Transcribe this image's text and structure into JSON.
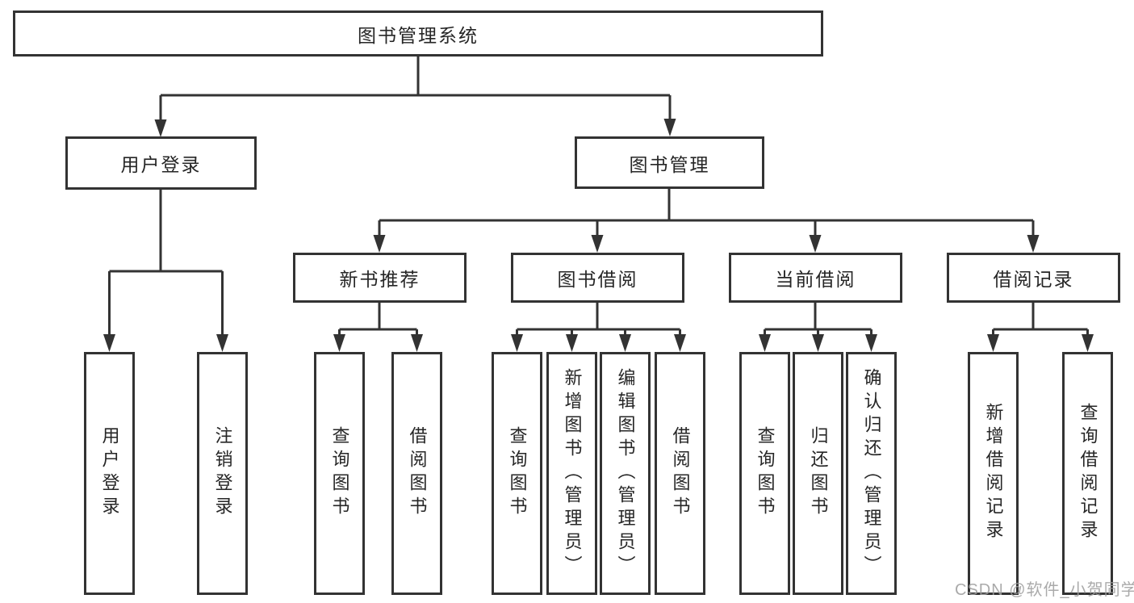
{
  "colors": {
    "background": "#ffffff",
    "line": "#333333",
    "box_border": "#333333",
    "text": "#262626",
    "watermark": "#9e9e9e"
  },
  "tree": {
    "root": {
      "label": "图书管理系统"
    },
    "branches": [
      {
        "label": "用户登录",
        "children": [
          {
            "label": "用户登录"
          },
          {
            "label": "注销登录"
          }
        ]
      },
      {
        "label": "图书管理",
        "sections": [
          {
            "label": "新书推荐",
            "children": [
              {
                "label": "查询图书"
              },
              {
                "label": "借阅图书"
              }
            ]
          },
          {
            "label": "图书借阅",
            "children": [
              {
                "label": "查询图书"
              },
              {
                "label": "新增图书（管理员）"
              },
              {
                "label": "编辑图书（管理员）"
              },
              {
                "label": "借阅图书"
              }
            ]
          },
          {
            "label": "当前借阅",
            "children": [
              {
                "label": "查询图书"
              },
              {
                "label": "归还图书"
              },
              {
                "label": "确认归还（管理员）"
              }
            ]
          },
          {
            "label": "借阅记录",
            "children": [
              {
                "label": "新增借阅记录"
              },
              {
                "label": "查询借阅记录"
              }
            ]
          }
        ]
      }
    ]
  },
  "watermark": {
    "text": "CSDN @软件_小贺同学"
  }
}
